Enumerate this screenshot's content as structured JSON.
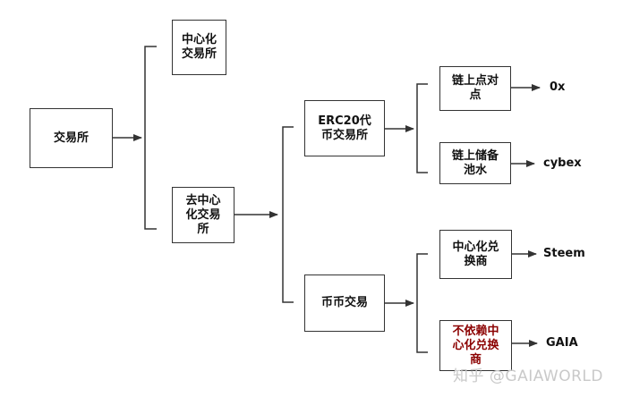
{
  "diagram": {
    "root": "交易所",
    "centralized": "中心化\n交易所",
    "decentralized": "去中心\n化交易\n所",
    "erc20": "ERC20代\n币交易所",
    "coin_to_coin": "币币交易",
    "onchain_p2p": "链上点对\n点",
    "onchain_pool": "链上储备\n池水",
    "central_exchange": "中心化兑\n换商",
    "non_central": "不依赖中\n心化兑换\n商",
    "leaves": {
      "zerox": "0x",
      "cybex": "cybex",
      "steem": "Steem",
      "gaia": "GAIA"
    }
  },
  "watermark": "知乎 @GAIAWORLD",
  "colors": {
    "line": "#333333",
    "highlight_text": "#8b0000"
  }
}
